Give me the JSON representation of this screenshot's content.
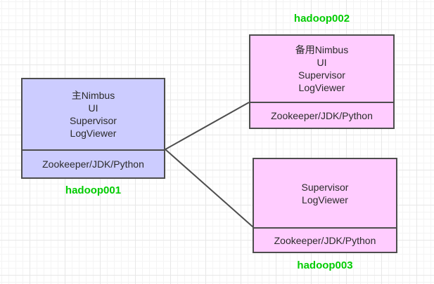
{
  "diagram": {
    "type": "deployment-diagram",
    "nodes": [
      {
        "id": "hadoop001",
        "label": "hadoop001",
        "services": [
          "主Nimbus",
          "UI",
          "Supervisor",
          "LogViewer"
        ],
        "base": "Zookeeper/JDK/Python",
        "fill": "#ccccff",
        "label_position": "below"
      },
      {
        "id": "hadoop002",
        "label": "hadoop002",
        "services": [
          "备用Nimbus",
          "UI",
          "Supervisor",
          "LogViewer"
        ],
        "base": "Zookeeper/JDK/Python",
        "fill": "#ffccff",
        "label_position": "above"
      },
      {
        "id": "hadoop003",
        "label": "hadoop003",
        "services": [
          "Supervisor",
          "LogViewer"
        ],
        "base": "Zookeeper/JDK/Python",
        "fill": "#ffccff",
        "label_position": "below"
      }
    ],
    "edges": [
      {
        "from": "hadoop001",
        "to": "hadoop002"
      },
      {
        "from": "hadoop001",
        "to": "hadoop003"
      }
    ],
    "colors": {
      "node_border": "#4d4d4d",
      "edge": "#4d4d4d",
      "label_text": "#00cc00",
      "node_text": "#2b2b2b",
      "grid_minor": "#f4f4f4",
      "grid_major": "#e7e7e7",
      "background": "#ffffff"
    }
  }
}
